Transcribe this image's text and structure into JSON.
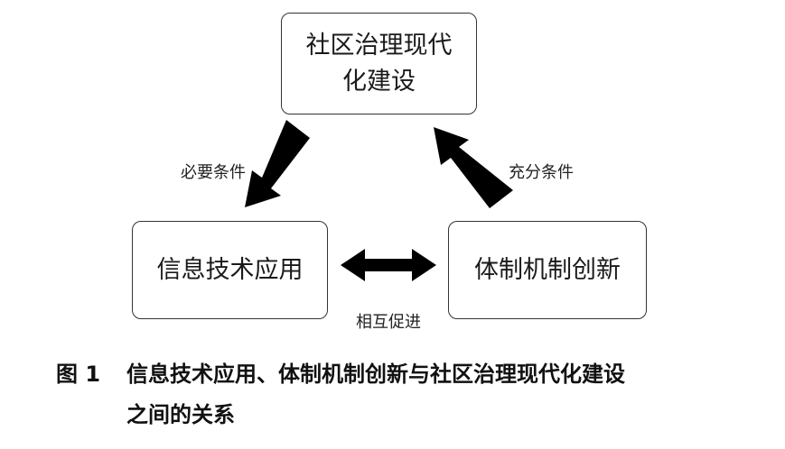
{
  "diagram": {
    "nodes": {
      "top": "社区治理现代化建设",
      "left": "信息技术应用",
      "right": "体制机制创新"
    },
    "edges": {
      "left_arrow_label": "必要条件",
      "right_arrow_label": "充分条件",
      "bottom_arrow_label": "相互促进"
    }
  },
  "caption": {
    "number": "图 1",
    "line1": "信息技术应用、体制机制创新与社区治理现代化建设",
    "line2": "之间的关系"
  },
  "colors": {
    "arrow": "#000000",
    "box_border": "#333333"
  }
}
